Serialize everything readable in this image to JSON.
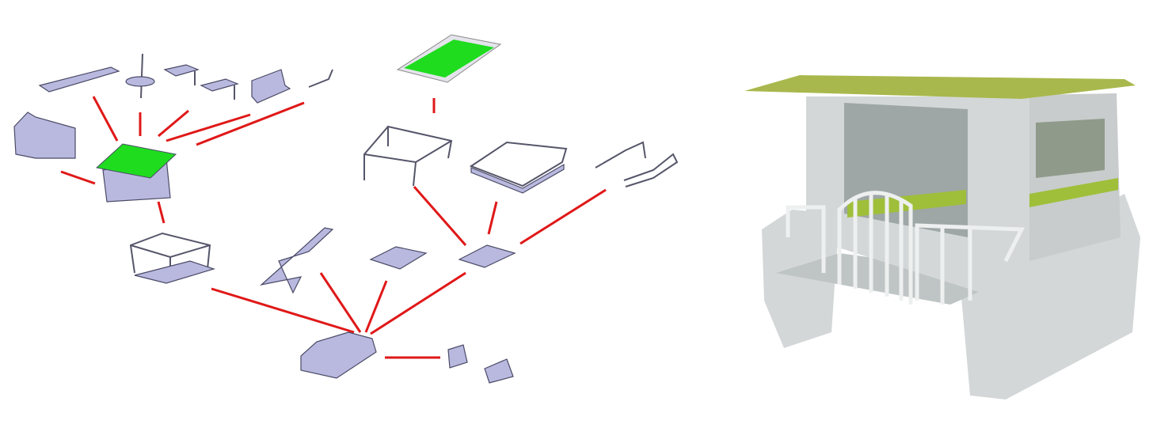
{
  "colors": {
    "connector": "#e01818",
    "part_fill": "#b9b9e0",
    "roof_panel_green": "#1fdc1f",
    "render_roof": "#a9b84c",
    "render_body": "#d3d7d7",
    "render_interior": "#9ea6a6",
    "render_seat_green": "#9fbf3a"
  },
  "connectors": [
    [
      118,
      122,
      148,
      178
    ],
    [
      177,
      142,
      177,
      172
    ],
    [
      200,
      172,
      238,
      140
    ],
    [
      210,
      178,
      316,
      145
    ],
    [
      248,
      183,
      384,
      130
    ],
    [
      77,
      217,
      120,
      232
    ],
    [
      200,
      255,
      207,
      282
    ],
    [
      267,
      365,
      447,
      420
    ],
    [
      405,
      345,
      455,
      420
    ],
    [
      488,
      355,
      462,
      420
    ],
    [
      588,
      345,
      468,
      422
    ],
    [
      486,
      452,
      556,
      452
    ],
    [
      548,
      124,
      548,
      143
    ],
    [
      523,
      236,
      588,
      310
    ],
    [
      627,
      255,
      617,
      296
    ],
    [
      765,
      240,
      657,
      308
    ]
  ]
}
